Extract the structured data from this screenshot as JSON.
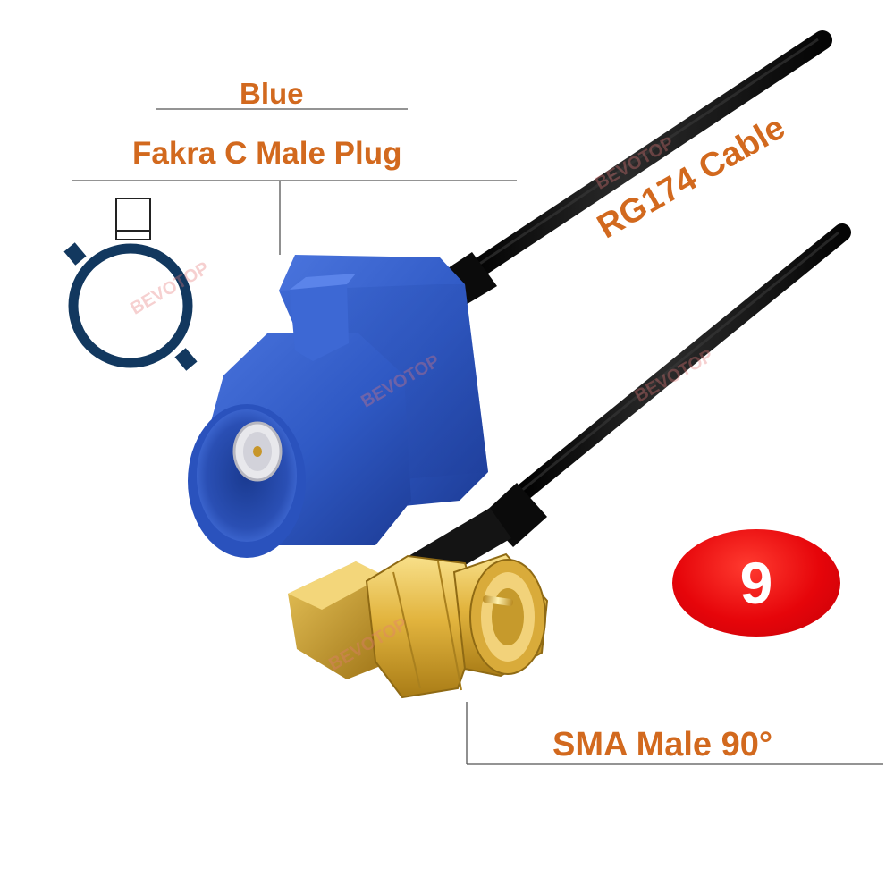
{
  "labels": {
    "color": "Blue",
    "connector_a": "Fakra C Male Plug",
    "cable": "RG174 Cable",
    "connector_b": "SMA Male 90°"
  },
  "badge": {
    "number": "9"
  },
  "watermark": {
    "text": "BEVOTOP"
  },
  "colors": {
    "label_text": "#d2691e",
    "fakra_blue": "#2f59c4",
    "sma_gold": "#e0b640",
    "cable_black": "#111111",
    "badge_red": "#e6050a",
    "key_diagram_ring": "#12385f"
  }
}
